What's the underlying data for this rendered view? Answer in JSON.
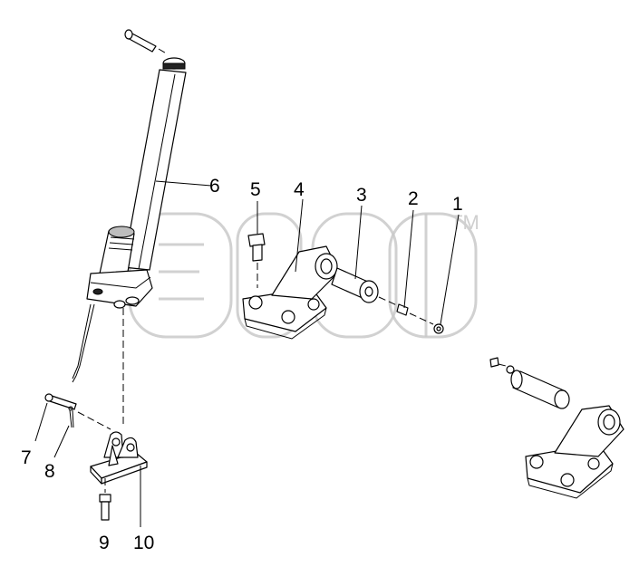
{
  "callouts": {
    "c1": "1",
    "c2": "2",
    "c3": "3",
    "c4": "4",
    "c5": "5",
    "c6": "6",
    "c7": "7",
    "c8": "8",
    "c9": "9",
    "c10": "10"
  },
  "watermark": {
    "trademark": "TM"
  }
}
